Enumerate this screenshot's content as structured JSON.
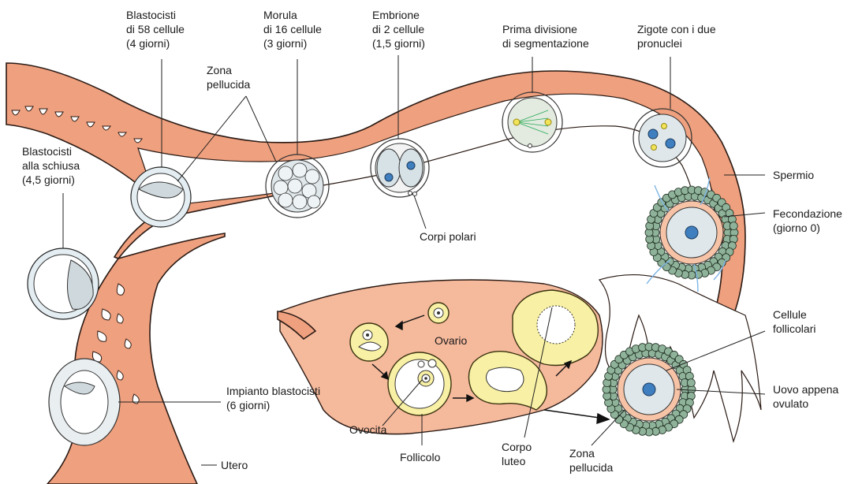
{
  "labels": {
    "blastocisti_58": [
      "Blastocisti",
      "di 58 cellule",
      "(4 giorni)"
    ],
    "zona_pellucida_top": [
      "Zona",
      "pellucida"
    ],
    "morula": [
      "Morula",
      "di 16 cellule",
      "(3 giorni)"
    ],
    "embrione": [
      "Embrione",
      "di 2 cellule",
      "(1,5 giorni)"
    ],
    "prima_divisione": [
      "Prima divisione",
      "di segmentazione"
    ],
    "zigote": [
      "Zigote con i due",
      "pronuclei"
    ],
    "blastocisti_schiusa": [
      "Blastocisti",
      "alla schiusa",
      "(4,5 giorni)"
    ],
    "corpi_polari": [
      "Corpi polari"
    ],
    "spermio": [
      "Spermio"
    ],
    "fecondazione": [
      "Fecondazione",
      "(giorno 0)"
    ],
    "cellule_follicolari": [
      "Cellule",
      "follicolari"
    ],
    "uovo": [
      "Uovo appena",
      "ovulato"
    ],
    "ovario": [
      "Ovario"
    ],
    "impianto": [
      "Impianto blastocisti",
      "(6 giorni)"
    ],
    "ovocita": [
      "Ovocita"
    ],
    "follicolo": [
      "Follicolo"
    ],
    "corpo_luteo": [
      "Corpo",
      "luteo"
    ],
    "zona_pellucida_bottom": [
      "Zona",
      "pellucida"
    ],
    "utero": [
      "Utero"
    ]
  },
  "colors": {
    "tissue": "#efa07e",
    "yellow_body": "#f8f0a4",
    "nucleus": "#3f7fbf",
    "follicular_cell": "#8fb39a",
    "sperm": "#7fb6e6"
  }
}
